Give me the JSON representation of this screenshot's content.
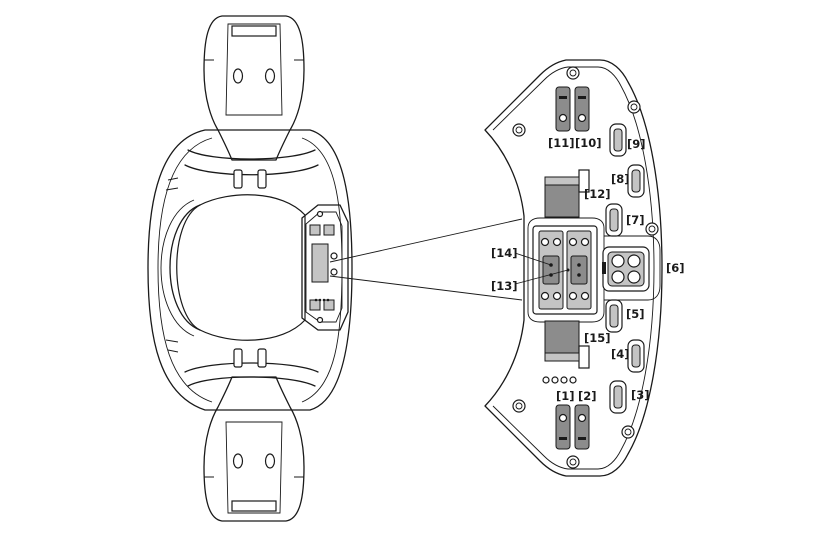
{
  "callouts": [
    {
      "id": "1",
      "text": "[1]"
    },
    {
      "id": "2",
      "text": "[2]"
    },
    {
      "id": "3",
      "text": "[3]"
    },
    {
      "id": "4",
      "text": "[4]"
    },
    {
      "id": "5",
      "text": "[5]"
    },
    {
      "id": "6",
      "text": "[6]"
    },
    {
      "id": "7",
      "text": "[7]"
    },
    {
      "id": "8",
      "text": "[8]"
    },
    {
      "id": "9",
      "text": "[9]"
    },
    {
      "id": "10",
      "text": "[10]"
    },
    {
      "id": "11",
      "text": "[11]"
    },
    {
      "id": "12",
      "text": "[12]"
    },
    {
      "id": "13",
      "text": "[13]"
    },
    {
      "id": "14",
      "text": "[14]"
    },
    {
      "id": "15",
      "text": "[15]"
    }
  ]
}
